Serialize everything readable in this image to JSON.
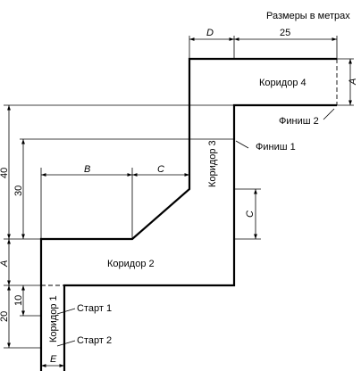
{
  "caption": "Размеры в метрах",
  "corridors": {
    "c1": "Коридор 1",
    "c2": "Коридор 2",
    "c3": "Коридор 3",
    "c4": "Коридор 4"
  },
  "markers": {
    "start1": "Старт 1",
    "start2": "Старт 2",
    "finish1": "Финиш 1",
    "finish2": "Финиш 2"
  },
  "dimensions": {
    "d": "D",
    "d25": "25",
    "a_right": "A",
    "d40": "40",
    "d30": "30",
    "b": "B",
    "c_top": "C",
    "c_right": "C",
    "a_left": "A",
    "d10": "10",
    "d20": "20",
    "e": "E"
  }
}
